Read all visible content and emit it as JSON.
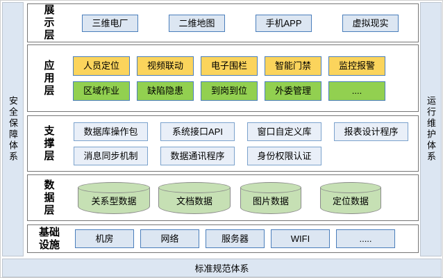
{
  "pillars": {
    "left": "安全保障体系",
    "right": "运行维护体系",
    "bottom": "标准规范体系"
  },
  "layers": [
    {
      "label": "展示层",
      "items": [
        "三维电厂",
        "二维地图",
        "手机APP",
        "虚拟现实"
      ]
    },
    {
      "label": "应用层",
      "rows": [
        [
          "人员定位",
          "视频联动",
          "电子围栏",
          "智能门禁",
          "监控报警"
        ],
        [
          "区域作业",
          "缺陷隐患",
          "到岗到位",
          "外委管理",
          "...."
        ]
      ]
    },
    {
      "label": "支撑层",
      "rows": [
        [
          "数据库操作包",
          "系统接口API",
          "窗口自定义库",
          "报表设计程序"
        ],
        [
          "消息同步机制",
          "数据通讯程序",
          "身份权限认证"
        ]
      ]
    },
    {
      "label": "数据层",
      "items": [
        "关系型数据",
        "文档数据",
        "图片数据",
        "定位数据"
      ]
    },
    {
      "label": "基础设施",
      "items": [
        "机房",
        "网络",
        "服务器",
        "WIFI",
        "....."
      ]
    }
  ],
  "colors": {
    "pillar_fill": "#dce6f2",
    "panel_border": "#757575",
    "box_blue_fill": "#dce6f2",
    "box_blue_border": "#4a7ebb",
    "box_yellow_fill": "#fbd45c",
    "box_green_fill": "#92d050",
    "support_fill": "#e9eff8",
    "cylinder_fill": "#c6e0b4",
    "cylinder_border": "#8a8a8a"
  }
}
